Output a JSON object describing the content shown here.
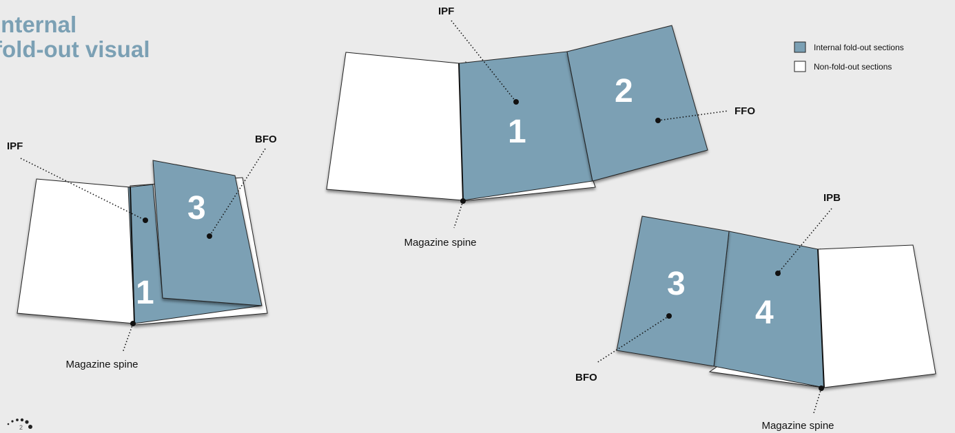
{
  "title": {
    "line1": "Internal",
    "line2": "fold-out visual"
  },
  "legend": {
    "items": [
      {
        "label": "Internal fold-out sections",
        "color": "#7ba0b4"
      },
      {
        "label": "Non-fold-out sections",
        "color": "#ffffff"
      }
    ]
  },
  "colors": {
    "foldout": "#7ba0b4",
    "plain": "#ffffff",
    "outline": "#222222",
    "background": "#ebebeb",
    "title": "#7ba0b4"
  },
  "diagrams": {
    "left": {
      "callouts": [
        "IPF",
        "BFO"
      ],
      "spine": "Magazine spine",
      "numbers": [
        "1",
        "3"
      ]
    },
    "top": {
      "callouts": [
        "IPF",
        "FFO"
      ],
      "spine": "Magazine spine",
      "numbers": [
        "1",
        "2"
      ]
    },
    "right": {
      "callouts": [
        "IPB",
        "BFO"
      ],
      "spine": "Magazine spine",
      "numbers": [
        "3",
        "4"
      ]
    }
  },
  "page_number": "2"
}
